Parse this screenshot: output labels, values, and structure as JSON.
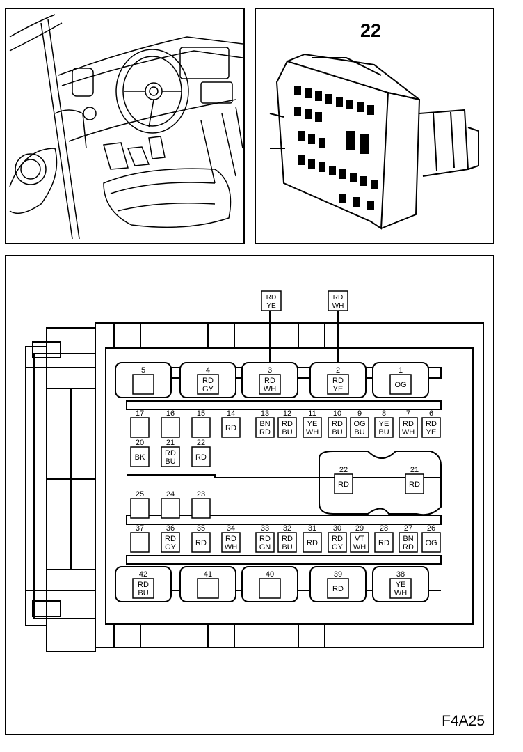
{
  "connector_number": "22",
  "figure_code": "F4A25",
  "wire_flags": [
    {
      "pin": "3",
      "code": "RD YE"
    },
    {
      "pin": "2",
      "code": "RD WH"
    }
  ],
  "large_cells": [
    {
      "pin": "5",
      "code": ""
    },
    {
      "pin": "4",
      "code": "RD GY"
    },
    {
      "pin": "3",
      "code": "RD WH"
    },
    {
      "pin": "2",
      "code": "RD YE"
    },
    {
      "pin": "1",
      "code": "OG"
    },
    {
      "pin": "42",
      "code": "RD BU"
    },
    {
      "pin": "41",
      "code": ""
    },
    {
      "pin": "40",
      "code": ""
    },
    {
      "pin": "39",
      "code": "RD"
    },
    {
      "pin": "38",
      "code": "YE WH"
    }
  ],
  "small_cells": [
    {
      "pin": "17",
      "code": ""
    },
    {
      "pin": "16",
      "code": ""
    },
    {
      "pin": "15",
      "code": ""
    },
    {
      "pin": "14",
      "code": "RD"
    },
    {
      "pin": "13",
      "code": "BN RD"
    },
    {
      "pin": "12",
      "code": "RD BU"
    },
    {
      "pin": "11",
      "code": "YE WH"
    },
    {
      "pin": "10",
      "code": "RD BU"
    },
    {
      "pin": "9",
      "code": "OG BU"
    },
    {
      "pin": "8",
      "code": "YE BU"
    },
    {
      "pin": "7",
      "code": "RD WH"
    },
    {
      "pin": "6",
      "code": "RD YE"
    },
    {
      "pin": "20",
      "code": "BK"
    },
    {
      "pin": "21",
      "code": "RD BU"
    },
    {
      "pin": "22",
      "code": "RD"
    },
    {
      "pin": "25",
      "code": ""
    },
    {
      "pin": "24",
      "code": ""
    },
    {
      "pin": "23",
      "code": ""
    },
    {
      "pin": "37",
      "code": ""
    },
    {
      "pin": "36",
      "code": "RD GY"
    },
    {
      "pin": "35",
      "code": "RD"
    },
    {
      "pin": "34",
      "code": "RD WH"
    },
    {
      "pin": "33",
      "code": "RD GN"
    },
    {
      "pin": "32",
      "code": "RD BU"
    },
    {
      "pin": "31",
      "code": "RD"
    },
    {
      "pin": "30",
      "code": "RD GY"
    },
    {
      "pin": "29",
      "code": "VT WH"
    },
    {
      "pin": "28",
      "code": "RD"
    },
    {
      "pin": "27",
      "code": "BN RD"
    },
    {
      "pin": "26",
      "code": "OG"
    }
  ],
  "relay_cells": [
    {
      "pin": "22",
      "code": "RD"
    },
    {
      "pin": "21",
      "code": "RD"
    }
  ]
}
